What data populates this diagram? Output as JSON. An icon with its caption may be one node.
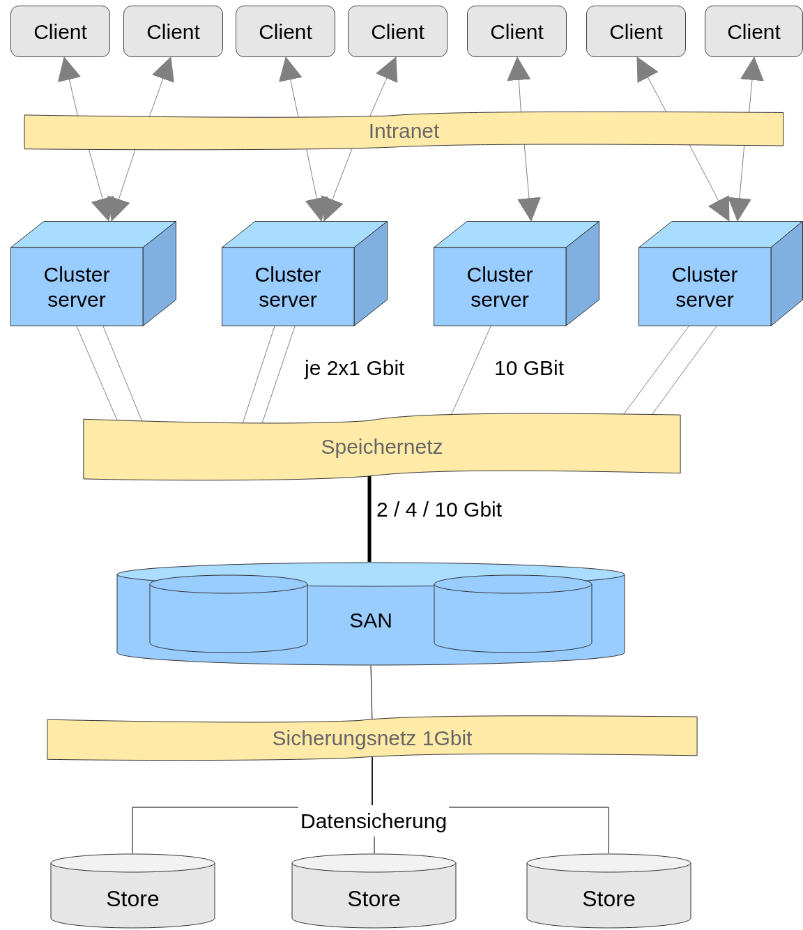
{
  "diagram": {
    "nodes": [
      {
        "text": [
          "Client"
        ]
      },
      {
        "text": [
          "Client"
        ]
      },
      {
        "text": [
          "Client"
        ]
      },
      {
        "text": [
          "Client"
        ]
      },
      {
        "text": [
          "Client"
        ]
      },
      {
        "text": [
          "Client"
        ]
      },
      {
        "text": [
          "Client"
        ]
      },
      {
        "text": [
          "Intranet"
        ]
      },
      {
        "text": [
          "Cluster server"
        ]
      },
      {
        "text": [
          "Cluster server"
        ]
      },
      {
        "text": [
          "Cluster server"
        ]
      },
      {
        "text": [
          "Cluster server"
        ]
      },
      {
        "text": [
          "Speichernetz"
        ]
      },
      {
        "text": [
          "SAN"
        ]
      },
      {
        "text": [],
        "shape": "cylinder",
        "in": 13
      },
      {
        "text": [],
        "shape": "cylinder",
        "in": 13
      },
      {
        "text": [
          "Sicherungsnetz 1Gbit"
        ]
      },
      {
        "text": [
          "Store"
        ]
      },
      {
        "text": [
          "Store"
        ]
      },
      {
        "text": [
          "Store"
        ]
      }
    ],
    "edges": [
      {
        "from": 7,
        "to": 0,
        "arrow": "to"
      },
      {
        "from": 7,
        "to": 1,
        "arrow": "to"
      },
      {
        "from": 7,
        "to": 2,
        "arrow": "to"
      },
      {
        "from": 7,
        "to": 3,
        "arrow": "to"
      },
      {
        "from": 7,
        "to": 4,
        "arrow": "to"
      },
      {
        "from": 7,
        "to": 5,
        "arrow": "to"
      },
      {
        "from": 7,
        "to": 6,
        "arrow": "to"
      },
      {
        "from": 7,
        "to": 8,
        "arrow": "to"
      },
      {
        "from": 7,
        "to": 8,
        "arrow": "to"
      },
      {
        "from": 7,
        "to": 9,
        "arrow": "to"
      },
      {
        "from": 7,
        "to": 9,
        "arrow": "to"
      },
      {
        "from": 7,
        "to": 10,
        "arrow": "to"
      },
      {
        "from": 7,
        "to": 11,
        "arrow": "to"
      },
      {
        "from": 7,
        "to": 11,
        "arrow": "to"
      },
      {
        "from": 8,
        "to": 12,
        "arrow": "none"
      },
      {
        "from": 8,
        "to": 12,
        "arrow": "none"
      },
      {
        "from": 9,
        "to": 12,
        "arrow": "none"
      },
      {
        "from": 9,
        "to": 12,
        "arrow": "none"
      },
      {
        "from": 10,
        "to": 12,
        "arrow": "none"
      },
      {
        "from": 11,
        "to": 12,
        "arrow": "none"
      },
      {
        "from": 11,
        "to": 12,
        "arrow": "none"
      },
      {
        "from": 12,
        "to": 13,
        "arrow": "none",
        "label": "2 / 4 / 10 Gbit",
        "style": "thick",
        "color": "#000000"
      },
      {
        "from": 13,
        "to": 16,
        "arrow": "none",
        "color": "#000000"
      },
      {
        "from": 16,
        "to": 17,
        "arrow": "none",
        "color": "#000000"
      },
      {
        "from": 16,
        "to": 18,
        "arrow": "none",
        "color": "#000000"
      },
      {
        "from": 16,
        "to": 19,
        "arrow": "none",
        "color": "#000000"
      }
    ],
    "labels": [
      "je 2x1 Gbit",
      "10 GBit",
      "Datensicherung"
    ]
  }
}
